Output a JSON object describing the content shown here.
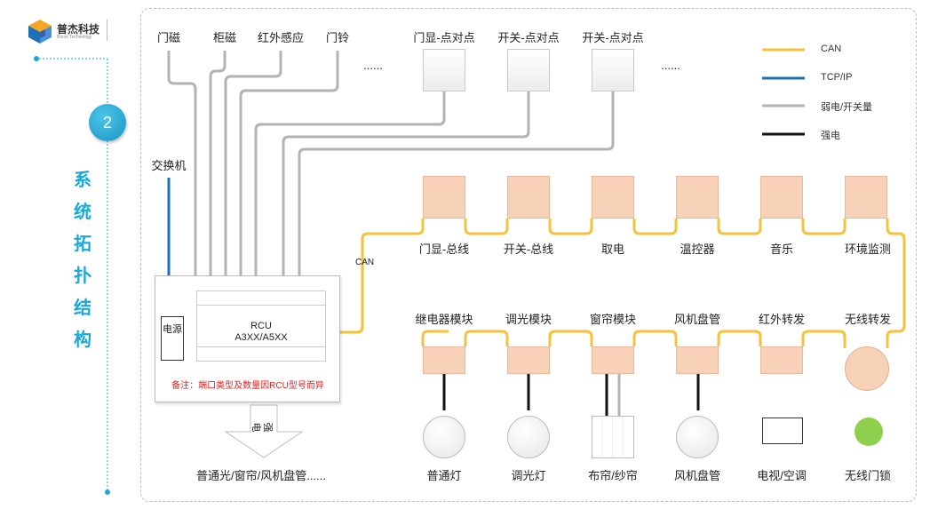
{
  "brand": {
    "name": "普杰科技",
    "tagline": "Boost Technology"
  },
  "step": {
    "number": "2",
    "title": "系统拓扑结构"
  },
  "colors": {
    "can": "#f7c23b",
    "tcp": "#1f6fb5",
    "weak": "#b3b3b3",
    "strong": "#111111",
    "accent": "#1ba7d8",
    "peach": "#f8d2b8",
    "green": "#8fd14f",
    "note": "#e02020"
  },
  "top_inputs": [
    "门磁",
    "柜磁",
    "红外感应",
    "门铃"
  ],
  "top_ellipsis_1": "......",
  "top_panels": [
    "门显-点对点",
    "开关-点对点",
    "开关-点对点"
  ],
  "top_ellipsis_2": "......",
  "legend": [
    {
      "label": "CAN",
      "kind": "can"
    },
    {
      "label": "TCP/IP",
      "kind": "tcp"
    },
    {
      "label": "弱电/开关量",
      "kind": "weak"
    },
    {
      "label": "强电",
      "kind": "strong"
    }
  ],
  "switch_label": "交换机",
  "rcu": {
    "power_label": "电源",
    "name": "RCU",
    "model": "A3XX/A5XX",
    "note": "备注：端口类型及数量因RCU型号而异"
  },
  "can_label": "CAN",
  "bus_devices": [
    "门显-总线",
    "开关-总线",
    "取电",
    "温控器",
    "音乐",
    "环境监测"
  ],
  "modules": [
    "继电器模块",
    "调光模块",
    "窗帘模块",
    "风机盘管",
    "红外转发",
    "无线转发"
  ],
  "loads": [
    "普通灯",
    "调光灯",
    "布帘/纱帘",
    "风机盘管",
    "电视/空调",
    "无线门锁"
  ],
  "strong_arrow_label": "强电",
  "strong_loads_label": "普通光/窗帘/风机盘管......"
}
